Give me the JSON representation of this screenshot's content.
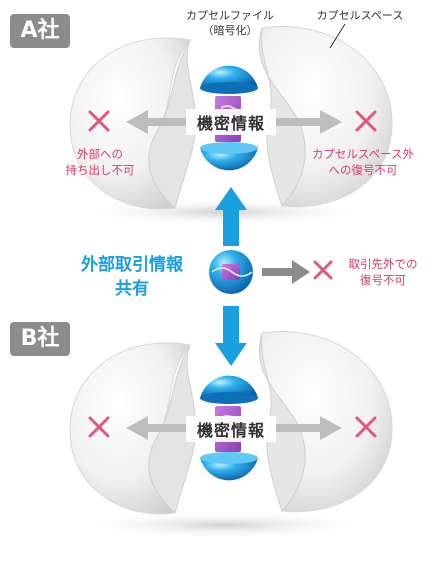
{
  "company_a": {
    "badge": "A社"
  },
  "company_b": {
    "badge": "B社"
  },
  "labels": {
    "capsule_file": "カプセルファイル",
    "encrypted": "（暗号化）",
    "capsule_space": "カプセルスペース",
    "confidential": "機密情報",
    "no_external_1": "外部への",
    "no_external_2": "持ち出し不可",
    "no_decrypt_outside_1": "カプセルスペース外",
    "no_decrypt_outside_2": "への復号不可",
    "shared_info_1": "外部取引情報",
    "shared_info_2": "共有",
    "no_decrypt_third_1": "取引先外での",
    "no_decrypt_third_2": "復号不可"
  },
  "colors": {
    "blue": "#1a9fe0",
    "red": "#e2577a",
    "gray": "#8c8c8c",
    "purple": "#9b5fc0"
  }
}
